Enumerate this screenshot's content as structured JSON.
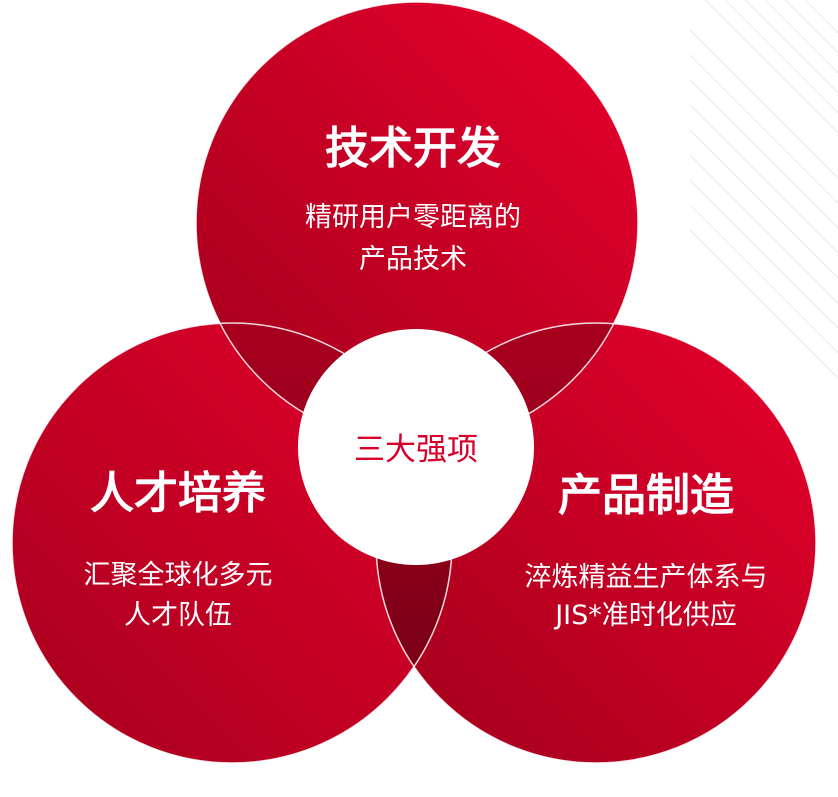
{
  "colors": {
    "circle_light": "#e4002b",
    "circle_dark": "#a5001d",
    "overlap": "#8c0019",
    "center_text": "#d6002a",
    "background": "#ffffff"
  },
  "center": {
    "label": "三大强项"
  },
  "circles": {
    "top": {
      "title": "技术开发",
      "lines": [
        "精研用户零距离的",
        "产品技术"
      ]
    },
    "left": {
      "title": "人才培养",
      "lines": [
        "汇聚全球化多元",
        "人才队伍"
      ]
    },
    "right": {
      "title": "产品制造",
      "lines": [
        "淬炼精益生产体系与",
        "JIS*准时化供应"
      ]
    }
  }
}
